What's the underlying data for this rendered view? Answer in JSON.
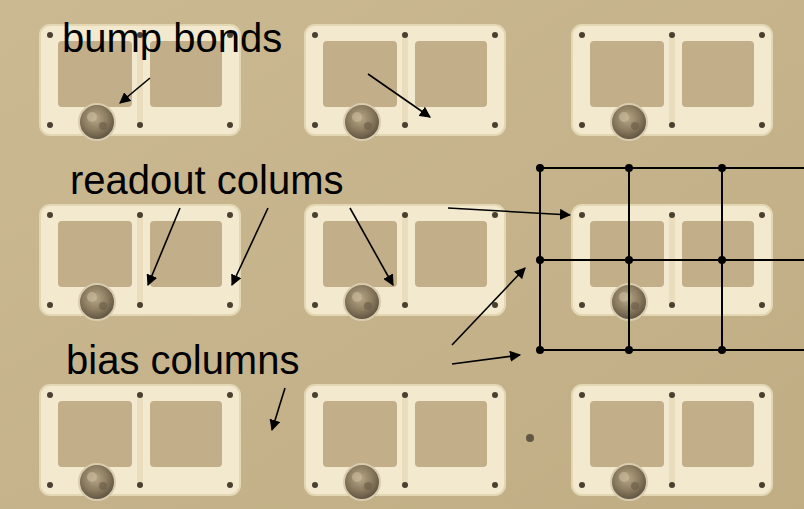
{
  "diagram": {
    "labels": [
      "bump bonds",
      "readout colums",
      "bias columns"
    ]
  }
}
